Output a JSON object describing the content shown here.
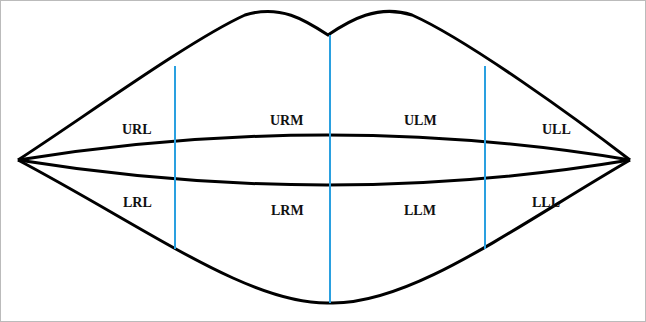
{
  "diagram": {
    "labels": [
      "URL",
      "URM",
      "ULM",
      "ULL",
      "LRL",
      "LRM",
      "LLM",
      "LLL"
    ]
  }
}
